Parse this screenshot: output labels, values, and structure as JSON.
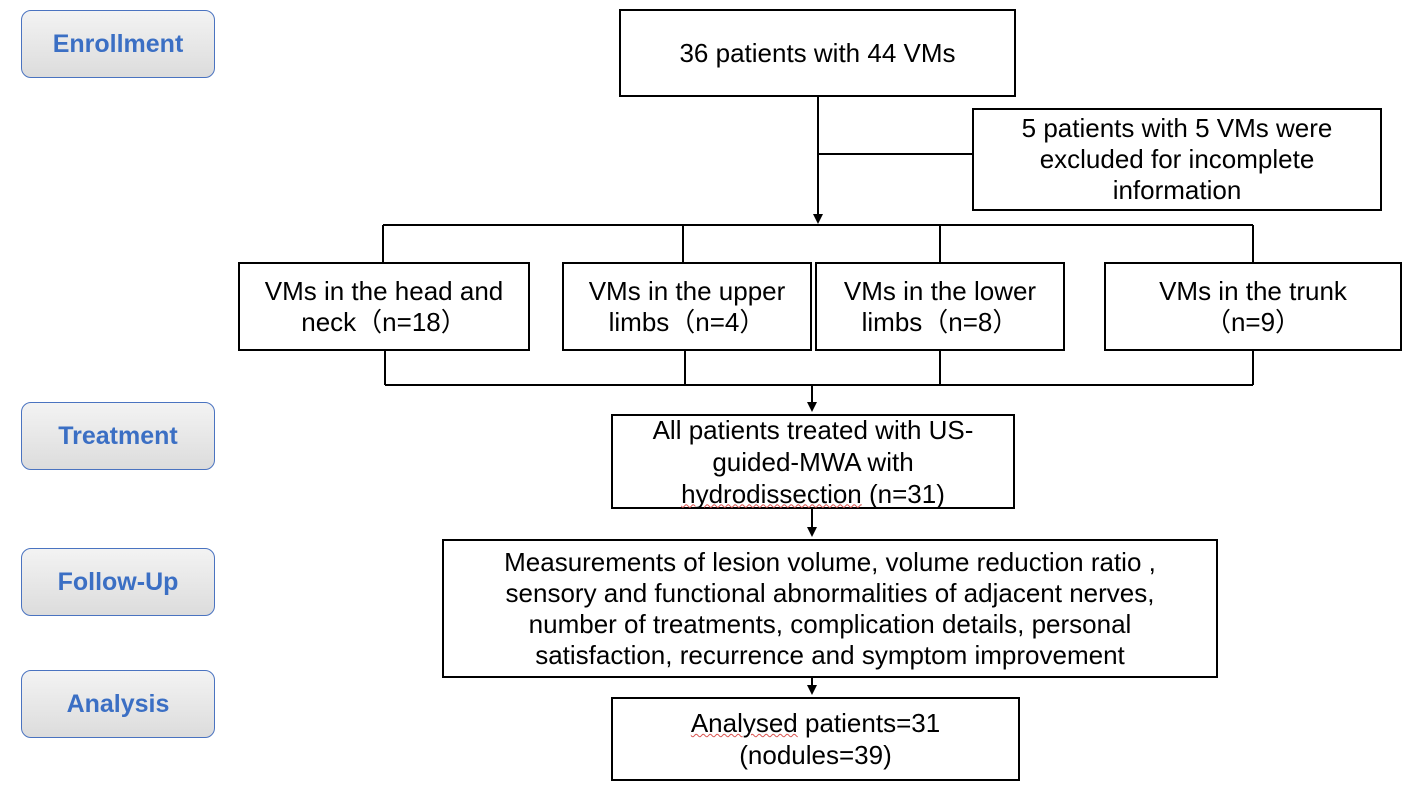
{
  "stages": {
    "enrollment": "Enrollment",
    "treatment": "Treatment",
    "follow_up": "Follow-Up",
    "analysis": "Analysis"
  },
  "boxes": {
    "total": "36 patients with 44 VMs",
    "excluded": "5 patients with 5 VMs were excluded for incomplete information",
    "head_neck": "VMs in the head and neck（n=18）",
    "upper_limbs": "VMs in the upper limbs（n=4）",
    "lower_limbs": "VMs in the lower limbs（n=8）",
    "trunk": "VMs in the trunk（n=9）",
    "treated_prefix": "All patients treated with US-guided-MWA with ",
    "treated_word": "hydrodissection",
    "treated_suffix": " (n=31)",
    "measurements": "Measurements of lesion volume, volume reduction ratio , sensory and functional abnormalities of adjacent nerves, number of treatments, complication details, personal satisfaction, recurrence and symptom improvement",
    "analysed_word": "Analysed",
    "analysed_suffix": " patients=31 (nodules=39)"
  }
}
